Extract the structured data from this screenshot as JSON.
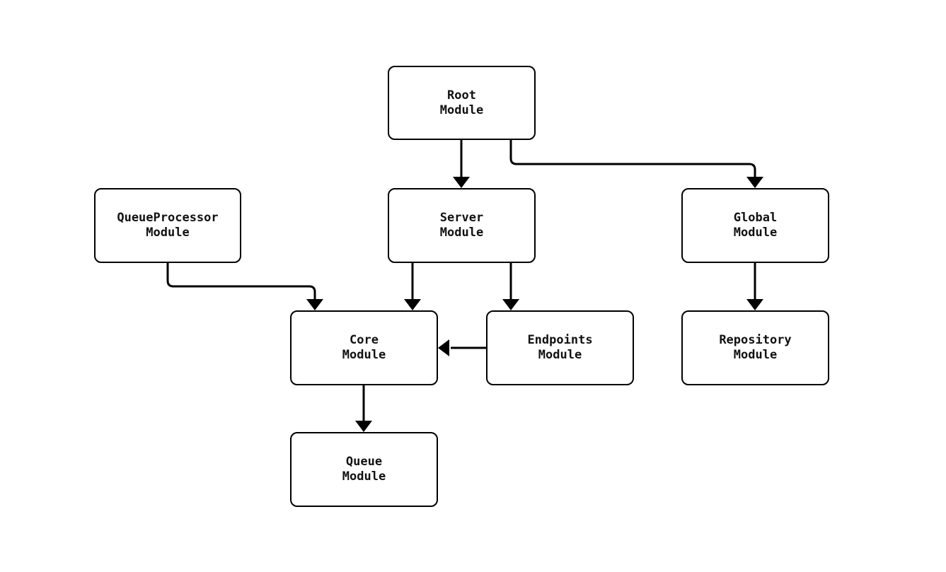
{
  "diagram": {
    "type": "flowchart",
    "background": "#ffffff",
    "colors": {
      "node_fill": "#ffffff",
      "node_border": "#000000",
      "edge": "#000000",
      "text": "#111111"
    },
    "nodes": {
      "root": {
        "line1": "Root",
        "line2": "Module"
      },
      "queueprocessor": {
        "line1": "QueueProcessor",
        "line2": "Module"
      },
      "server": {
        "line1": "Server",
        "line2": "Module"
      },
      "global": {
        "line1": "Global",
        "line2": "Module"
      },
      "core": {
        "line1": "Core",
        "line2": "Module"
      },
      "endpoints": {
        "line1": "Endpoints",
        "line2": "Module"
      },
      "repository": {
        "line1": "Repository",
        "line2": "Module"
      },
      "queue": {
        "line1": "Queue",
        "line2": "Module"
      }
    },
    "edges": [
      {
        "from": "Root Module",
        "to": "Server Module"
      },
      {
        "from": "Root Module",
        "to": "Global Module"
      },
      {
        "from": "QueueProcessor Module",
        "to": "Core Module"
      },
      {
        "from": "Server Module",
        "to": "Core Module"
      },
      {
        "from": "Server Module",
        "to": "Endpoints Module"
      },
      {
        "from": "Endpoints Module",
        "to": "Core Module"
      },
      {
        "from": "Global Module",
        "to": "Repository Module"
      },
      {
        "from": "Core Module",
        "to": "Queue Module"
      }
    ]
  }
}
